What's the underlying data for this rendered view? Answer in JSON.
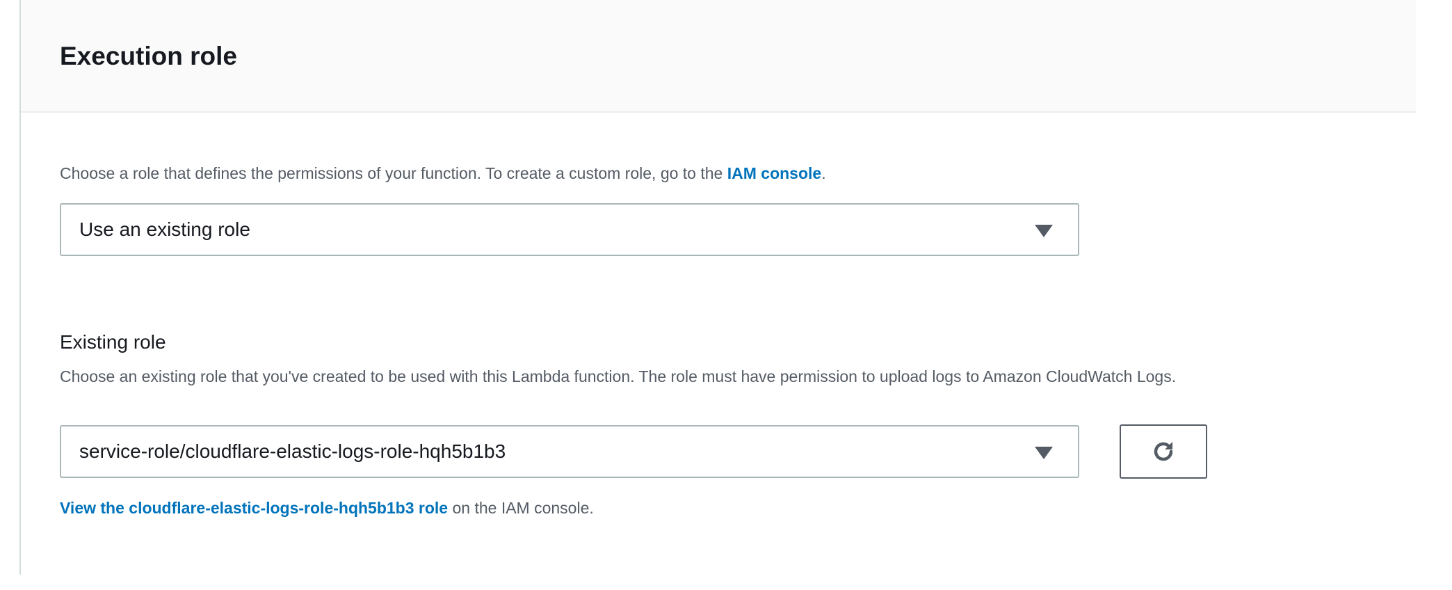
{
  "section": {
    "title": "Execution role",
    "description_prefix": "Choose a role that defines the permissions of your function. To create a custom role, go to the ",
    "description_link": "IAM console",
    "description_suffix": ".",
    "role_select": {
      "value": "Use an existing role"
    },
    "existing_role": {
      "label": "Existing role",
      "description": "Choose an existing role that you've created to be used with this Lambda function. The role must have permission to upload logs to Amazon CloudWatch Logs.",
      "value": "service-role/cloudflare-elastic-logs-role-hqh5b1b3",
      "refresh_icon": "refresh-icon",
      "view_link": "View the cloudflare-elastic-logs-role-hqh5b1b3 role",
      "view_suffix": " on the IAM console."
    }
  },
  "colors": {
    "link": "#0073bb",
    "header_bg": "#fafafa",
    "border": "#aab7b8"
  }
}
